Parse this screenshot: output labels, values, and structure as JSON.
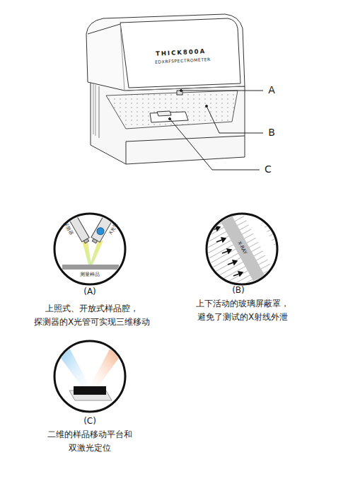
{
  "diagram": {
    "labels": [
      "THICK800A",
      "EDXRFSPECTROMETER",
      "A",
      "B",
      "C",
      "探测器",
      "X光管",
      "测量样品",
      "(A)",
      "上照式、开放式样品腔， 探测器的X光管可实现三维移动",
      "X-RAY",
      "(B)",
      "上下活动的玻璃屏蔽罩， 避免了测试的X射线外泄",
      "(C)",
      "二维的样品移动平台和 双激光定位"
    ]
  }
}
